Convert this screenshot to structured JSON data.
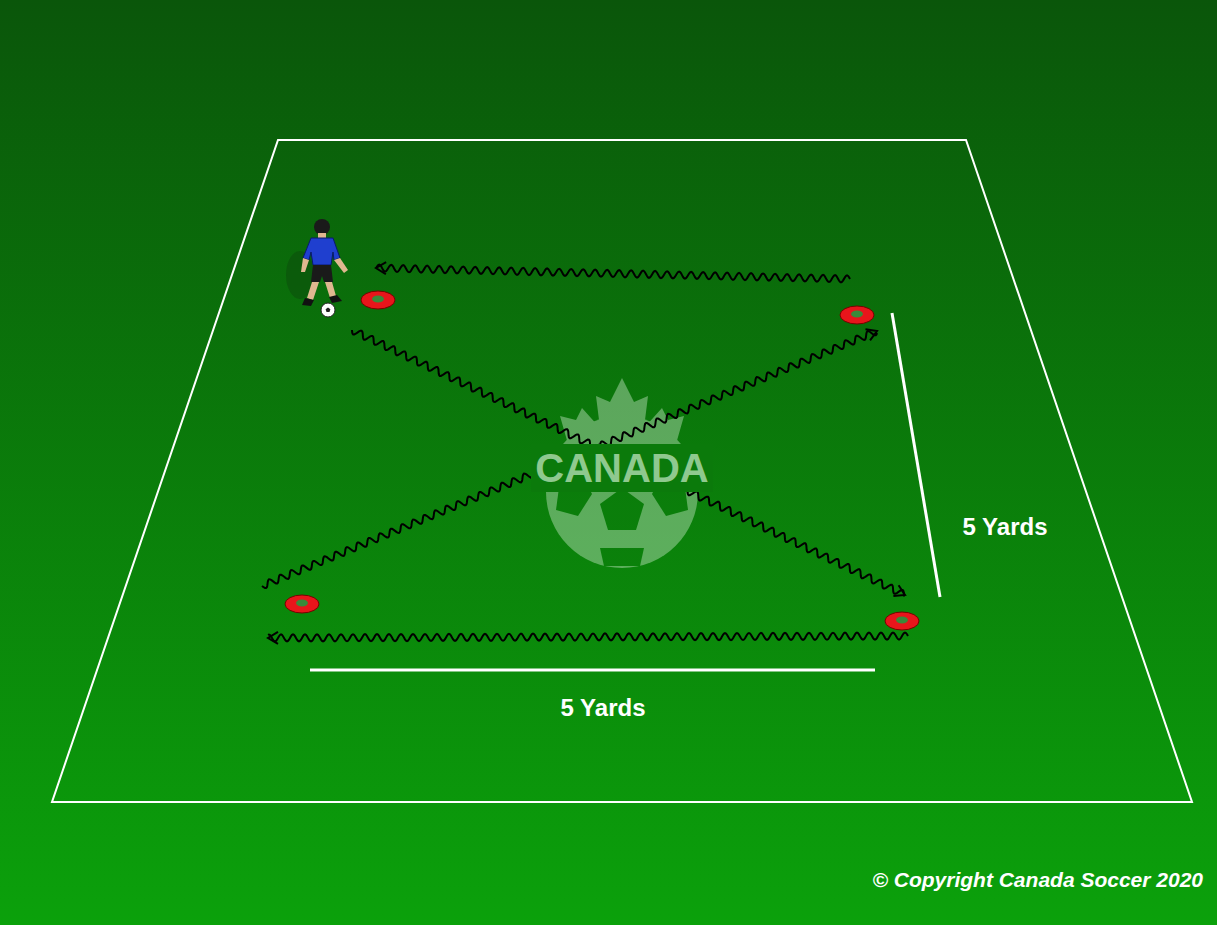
{
  "diagram": {
    "labels": [
      "5 Yards",
      "5 Yards",
      "CANADA",
      "© Copyright Canada Soccer 2020"
    ]
  }
}
